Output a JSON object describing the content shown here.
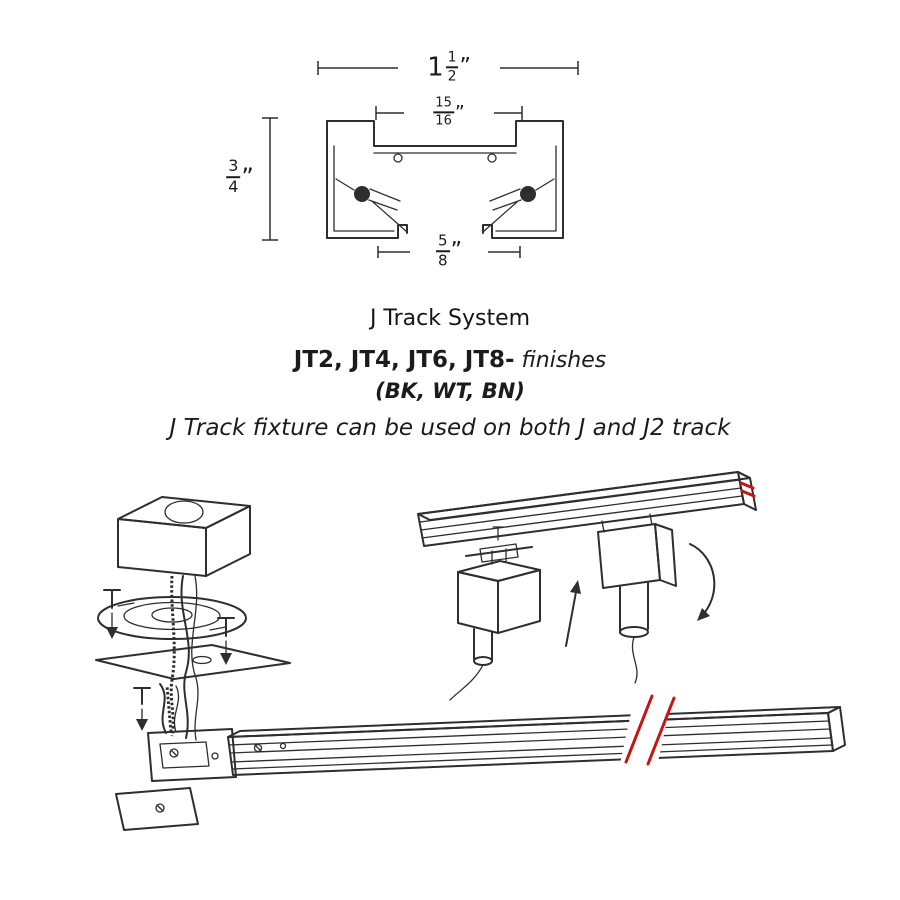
{
  "page": {
    "background": "#ffffff",
    "line_color": "#2e2e2e",
    "accent_red": "#c41414"
  },
  "dimensions": {
    "unit": "”",
    "top_width": {
      "whole": "1",
      "numerator": "1",
      "denominator": "2"
    },
    "inner_width": {
      "numerator": "15",
      "denominator": "16"
    },
    "overall_height": {
      "numerator": "3",
      "denominator": "4"
    },
    "bottom_opening": {
      "numerator": "5",
      "denominator": "8"
    }
  },
  "text": {
    "title": "J Track System",
    "models": "JT2, JT4, JT6, JT8-",
    "finishes_word": "finishes",
    "finish_codes": "(BK, WT, BN)",
    "note": "J Track fixture can be used on both J and J2 track"
  }
}
